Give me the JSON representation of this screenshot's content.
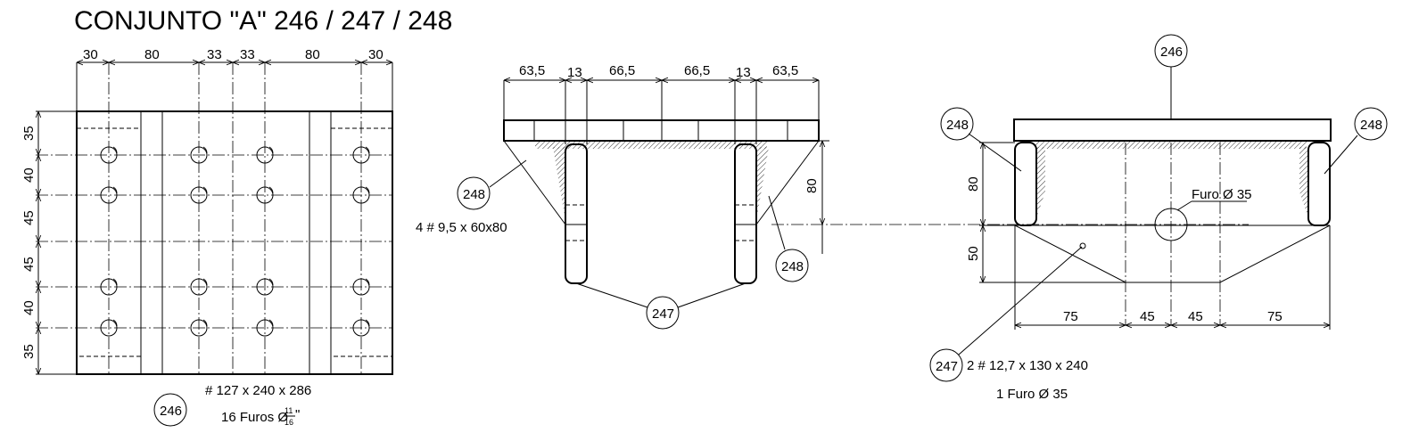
{
  "title": "CONJUNTO \"A\" 246 / 247 / 248",
  "plan_view": {
    "top_dims": [
      "30",
      "80",
      "33",
      "33",
      "80",
      "30"
    ],
    "side_dims": [
      "35",
      "40",
      "45",
      "45",
      "40",
      "35"
    ],
    "part_bubble": "246",
    "spec": "# 127 x 240 x 286",
    "holes_prefix": "16 Furos Ø",
    "holes_frac_num": "11",
    "holes_frac_den": "16",
    "holes_suffix": "\""
  },
  "front_view": {
    "top_dims": [
      "63,5",
      "13",
      "66,5",
      "66,5",
      "13",
      "63,5"
    ],
    "height_dim": "80",
    "bubble_left": "248",
    "bubble_right": "248",
    "bubble_bottom": "247",
    "gusset_note": "4 # 9,5 x 60x80"
  },
  "side_view": {
    "bubble_top": "246",
    "bubble_left": "248",
    "bubble_right": "248",
    "bubble_bottom": "247",
    "dim_80": "80",
    "dim_50": "50",
    "bottom_dims": [
      "75",
      "45",
      "45",
      "75"
    ],
    "hole_label": "Furo Ø 35",
    "plate_note": "2 # 12,7 x 130 x 240",
    "hole_note": "1 Furo Ø 35"
  }
}
